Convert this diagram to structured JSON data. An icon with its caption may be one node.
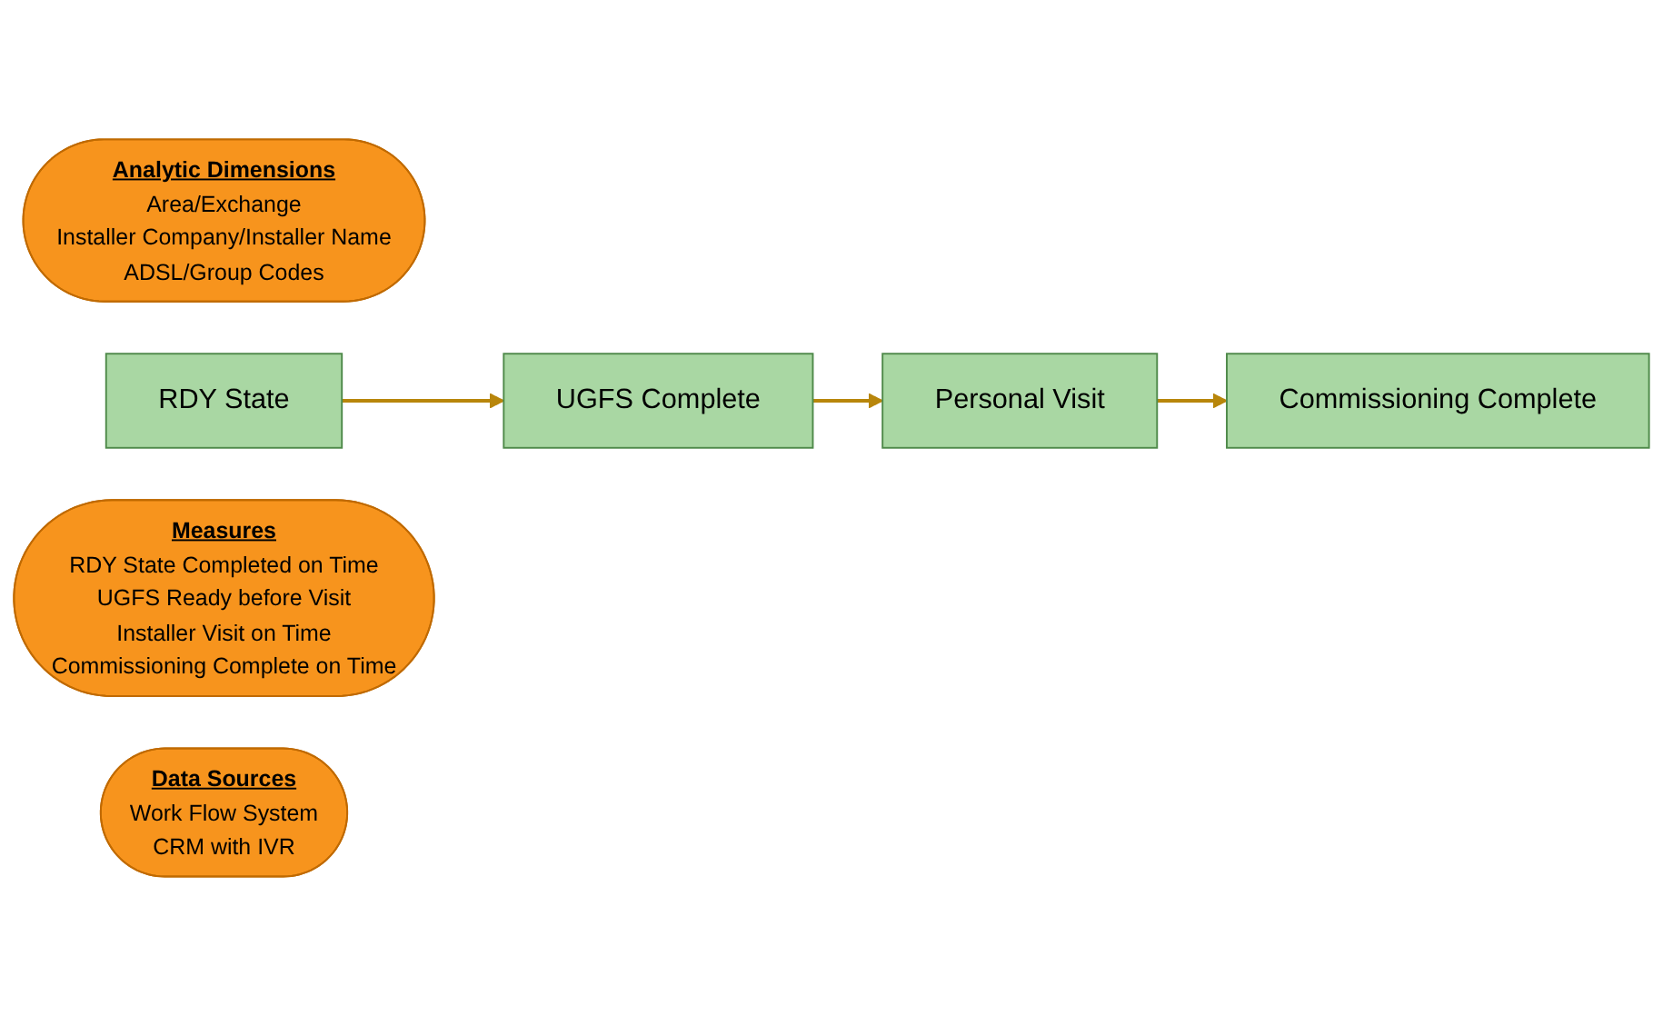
{
  "diagram": {
    "nodes": [
      {
        "text": [
          "Analytic Dimensions",
          "Area/Exchange",
          "Installer Company/Installer Name",
          "ADSL/Group Codes"
        ]
      },
      {
        "text": [
          "RDY State"
        ]
      },
      {
        "text": [
          "UGFS Complete"
        ]
      },
      {
        "text": [
          "Personal Visit"
        ]
      },
      {
        "text": [
          "Commissioning Complete"
        ]
      },
      {
        "text": [
          "Measures",
          "RDY State Completed on Time",
          "UGFS Ready before Visit",
          "Installer Visit on Time",
          "Commissioning Complete on Time"
        ]
      },
      {
        "text": [
          "Data Sources",
          "Work Flow System",
          "CRM with IVR"
        ]
      }
    ],
    "edges": [
      {
        "from": 1,
        "to": 2,
        "arrow": "to"
      },
      {
        "from": 2,
        "to": 3,
        "arrow": "to"
      },
      {
        "from": 3,
        "to": 4,
        "arrow": "to"
      }
    ]
  }
}
